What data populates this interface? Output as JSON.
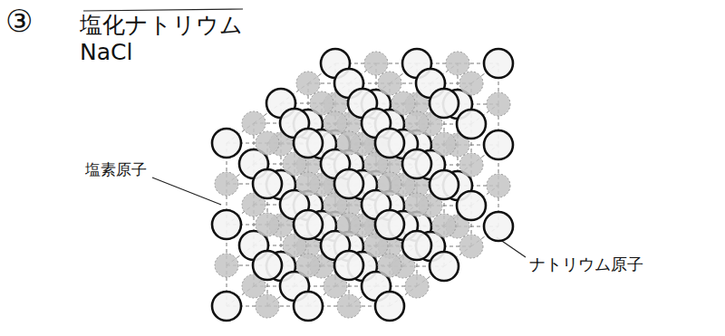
{
  "diagram": {
    "labels": [
      "③",
      "塩化ナトリウム",
      "NaCl",
      "塩素原子",
      "ナトリウム原子"
    ]
  }
}
